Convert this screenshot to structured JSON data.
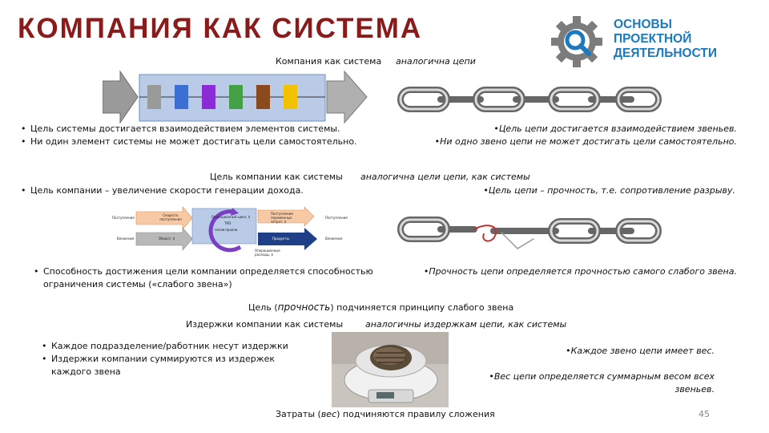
{
  "title": "КОМПАНИЯ КАК СИСТЕМА",
  "brand": {
    "line1": "ОСНОВЫ",
    "line2": "ПРОЕКТНОЙ",
    "line3": "ДЕЯТЕЛЬНОСТИ",
    "icon": "gear-magnifier-icon",
    "color": "#1b79be"
  },
  "section1": {
    "caption_left": "Компания как система",
    "caption_right": "аналогична цепи",
    "left_bullets": [
      "Цель системы достигается взаимодействием элементов системы.",
      "Ни один элемент системы не может достигать цели самостоятельно."
    ],
    "right_bullets": [
      "Цель цепи достигается взаимодействием звеньев.",
      "Ни одно звено цепи не может достигать цели самостоятельно."
    ]
  },
  "section2": {
    "caption_left": "Цель компании как системы",
    "caption_right": "аналогична цели цепи, как системы",
    "left_bullet": "Цель компании – увеличение скорости генерации дохода.",
    "right_bullet": "Цель цепи – прочность, т.е. сопротивление разрыву.",
    "diagram": {
      "in_top": "Поступления",
      "in_bottom": "Вложения",
      "box_top": "Скорость поступления",
      "box_bottom": "Оборот, $",
      "center_title": "Операционный цикл, $",
      "center_items": [
        "ТМЗ",
        "незав.произв."
      ],
      "box_right_top": "Поступления переменных затрат, $",
      "box_right_bottom": "Продукты",
      "out_top": "Поступления",
      "out_bottom": "Вложения",
      "bottom_box": "Операционные расходы, $"
    },
    "left_bullet2": "Способность достижения цели компании определяется способностью ограничения системы («слабого звена»)",
    "right_bullet2": "Прочность цепи определяется прочностью самого слабого звена."
  },
  "principle": {
    "pre": "Цель (",
    "term": "прочность",
    "post": ") подчиняется принципу слабого звена"
  },
  "section3": {
    "caption_left": "Издержки компании как системы",
    "caption_right": "аналогичны издержкам цепи, как системы",
    "left_bullets": [
      "Каждое подразделение/работник несут издержки",
      "Издержки компании суммируются из издержек каждого звена"
    ],
    "right_bullets": [
      "Каждое звено цепи имеет вес.",
      "Вес цепи определяется суммарным весом всех звеньев."
    ]
  },
  "footer": {
    "pre": "Затраты (",
    "term": "вес",
    "post": ") подчиняются правилу сложения",
    "page_number": "45"
  },
  "colors": {
    "title": "#8b1a1a",
    "diagram_blocks": [
      "#9a9a9a",
      "#3b6fd1",
      "#8a2bd6",
      "#45a045",
      "#8a4a1e",
      "#f2c200",
      "#b0b0b0"
    ]
  }
}
